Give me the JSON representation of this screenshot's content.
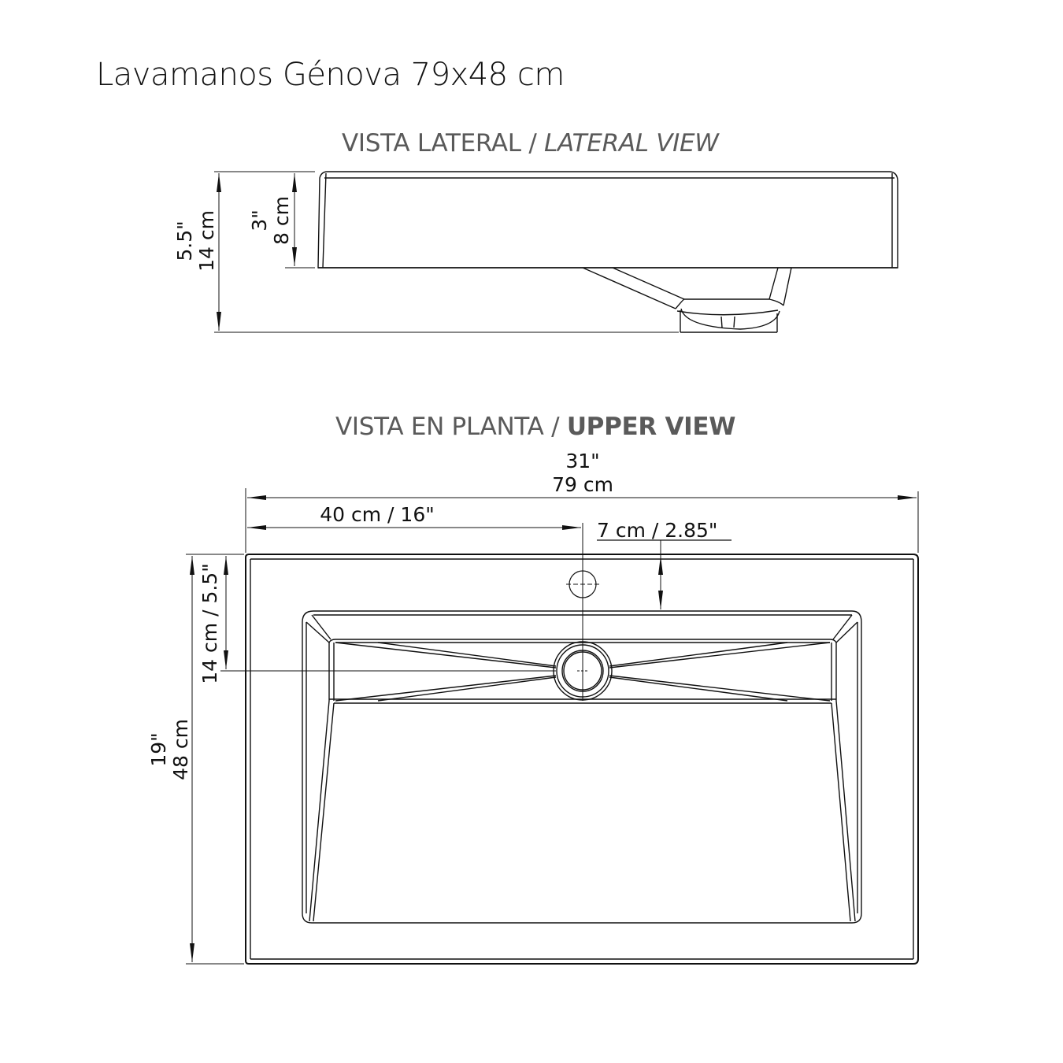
{
  "title": "Lavamanos Génova 79x48 cm",
  "lateral_view": {
    "label_es": "VISTA LATERAL / ",
    "label_en": "LATERAL VIEW",
    "dims": {
      "total_height_in": "5.5\"",
      "total_height_cm": "14 cm",
      "rim_height_in": "3\"",
      "rim_height_cm": "8 cm"
    }
  },
  "upper_view": {
    "label_es": "VISTA EN PLANTA / ",
    "label_en": "UPPER VIEW",
    "dims": {
      "width_in": "31\"",
      "width_cm": "79 cm",
      "faucet_offset": "40 cm / 16\"",
      "faucet_from_basin": "7 cm / 2.85\"",
      "drain_from_back": "14 cm / 5.5\"",
      "depth_in": "19\"",
      "depth_cm": "48 cm"
    }
  },
  "colors": {
    "line": "#111111",
    "heading": "#5a5a5a",
    "background": "#ffffff"
  }
}
